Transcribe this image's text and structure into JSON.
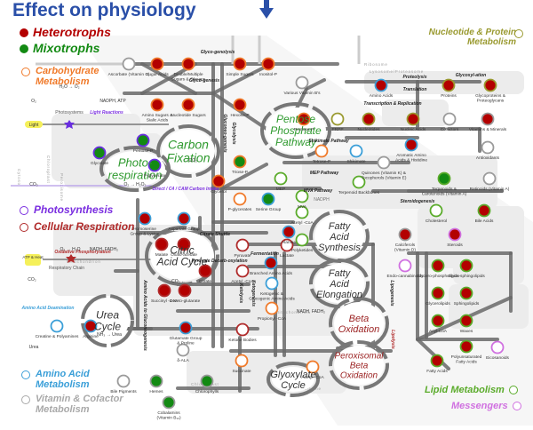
{
  "title": "Effect on physiology",
  "colors": {
    "heterotroph": "#b30000",
    "mixotroph": "#138a13",
    "carbohydrate": "#f07a2a",
    "photosynthesis": "#7a2ee0",
    "respiration": "#b02a2a",
    "amino": "#3b9fd8",
    "vitamin": "#a9a9a9",
    "nucleotide": "#9a9a30",
    "lipid": "#5aab2a",
    "messenger": "#d070e0",
    "title": "#2a4fa8",
    "pathway": "#6a6a6a",
    "compartment": "#ececec"
  },
  "legend": {
    "heterotrophs": "Heterotrophs",
    "mixotrophs": "Mixotrophs",
    "carbohydrate": "Carbohydrate Metabolism",
    "photosynthesis": "Photosynthesis",
    "respiration": "Cellular Respiration",
    "amino": "Amino Acid Metabolism",
    "vitamin": "Vitamin & Cofactor Metabolism",
    "nucleotide": "Nucleotide & Protein Metabolism",
    "lipid": "Lipid Metabolism",
    "messengers": "Messengers"
  },
  "cycles": [
    {
      "id": "carbon-fixation",
      "label": "Carbon Fixation",
      "color": "photo_green"
    },
    {
      "id": "photorespiration",
      "label": "Photo-respiration",
      "color": "photo_green"
    },
    {
      "id": "pentose-phosphate",
      "label": "Pentose Phosphate Pathway",
      "color": "photo_green"
    },
    {
      "id": "citric-acid",
      "label": "Citric Acid Cycle",
      "color": "dark"
    },
    {
      "id": "urea",
      "label": "Urea Cycle",
      "color": "dark"
    },
    {
      "id": "fatty-acid-synthesis",
      "label": "Fatty Acid Synthesis",
      "color": "dark"
    },
    {
      "id": "fatty-acid-elongation",
      "label": "Fatty Acid Elongation",
      "color": "dark"
    },
    {
      "id": "beta-oxidation",
      "label": "Beta Oxidation",
      "color": "red"
    },
    {
      "id": "peroxisomal-beta",
      "label": "Peroxisomal Beta Oxidation",
      "color": "red"
    },
    {
      "id": "glyoxylate",
      "label": "Glyoxylate Cycle",
      "color": "dark"
    }
  ],
  "compartments": [
    "Cytosol",
    "Chloroplast",
    "Peroxisome",
    "Mitochondrion",
    "Ribosome",
    "Lysosome/Proteasome",
    "Nucleus",
    "Plastid",
    "Golgi Body",
    "Endoplasmic Reticulum"
  ],
  "process_labels": {
    "glycogenolysis": "Glyco-genolysis",
    "glycogenesis": "Glyco-genesis",
    "glycolysis": "Glycolysis",
    "gluconeogenesis": "Gluconeo-genesis",
    "light_reactions": "Light Reactions",
    "nadph_atp": "NADPH, ATP",
    "h2o_o2": "H₂O → O₂",
    "co2_fix": "→ CO₂",
    "o2_h2o2": "O₂ → H₂O₂",
    "carbon_intake": "Direct / C4 / CAM Carbon Intake",
    "oxidative": "Oxidative Phosphorylation",
    "o2_h2o": "O₂ → H₂O",
    "nadh_fadh": "NADH, FADH₂",
    "citrate_shuttle": "Citrate Shuttle",
    "pyruvate_decarb": "Pyruvate Decarb-oxylation",
    "fermentation": "Fermentation",
    "mep": "MEP Pathway",
    "mva": "MVA Pathway",
    "nadph": "NADPH",
    "shikimate": "Shikimate Pathway",
    "steroidogenesis": "Steroidogenesis",
    "proteolysis": "Proteolysis",
    "translation": "Translation",
    "transcription": "Transcription & Replication",
    "glycosylation": "Glycosyl-ation",
    "lipogenesis": "Lipogenesis",
    "lipolysis": "Lipolysis",
    "ketogenesis": "Ketogenesis",
    "ketolysis": "Ketolysis",
    "amino_deamination": "Amino Acid Deamination",
    "nh3_urea": "NH₃ → Urea",
    "amino_to_gluconeo": "Amino Acids to Gluconeogenesis",
    "co2_cac": "CO₂ ←",
    "nadh_fadh_beta": "NADH, FADH₂"
  },
  "inputs": {
    "o2_out": "O₂",
    "light": "Light",
    "co2_in": "CO₂",
    "atp_heat": "ATP & Heat",
    "co2_out": "CO₂",
    "urea_out": "Urea",
    "photosystems": "Photosystems",
    "respiratory_chain": "Respiratory Chain"
  },
  "nodes": [
    {
      "id": "ascorbate",
      "label": "Ascorbate (Vitamin C)",
      "state": "empty",
      "ring": "gray"
    },
    {
      "id": "sugar-acids",
      "label": "Sugar Acids",
      "state": "heterotroph",
      "ring": "orange"
    },
    {
      "id": "double-sugars",
      "label": "Double/Multiple Sugars & Glycans",
      "state": "heterotroph",
      "ring": "orange"
    },
    {
      "id": "simple-sugars",
      "label": "Simple Sugars",
      "state": "heterotroph",
      "ring": "orange"
    },
    {
      "id": "inositol-p",
      "label": "Inositol-P",
      "state": "heterotroph",
      "ring": "orange"
    },
    {
      "id": "various-vitb",
      "label": "Various Vitamin B's",
      "state": "empty",
      "ring": "gray"
    },
    {
      "id": "amino-sugars",
      "label": "Amino Sugars & Sialic Acids",
      "state": "heterotroph",
      "ring": "orange"
    },
    {
      "id": "nucleotide-sugars",
      "label": "Nucleotide Sugars",
      "state": "heterotroph",
      "ring": "orange"
    },
    {
      "id": "hexose-p",
      "label": "Hexose-P",
      "state": "heterotroph",
      "ring": "orange"
    },
    {
      "id": "pentose-p-top",
      "label": "Pentose-P",
      "state": "heterotroph",
      "ring": "orange"
    },
    {
      "id": "prpp",
      "label": "PRPP",
      "state": "empty",
      "ring": "olive"
    },
    {
      "id": "nucleotides",
      "label": "Nucleotides",
      "state": "heterotroph",
      "ring": "olive"
    },
    {
      "id": "nucleic-acids",
      "label": "Nucleic Acids",
      "state": "heterotroph",
      "ring": "olive"
    },
    {
      "id": "amino-acids",
      "label": "Amino Acids",
      "state": "heterotroph",
      "ring": "blue"
    },
    {
      "id": "proteins",
      "label": "Proteins",
      "state": "heterotroph",
      "ring": "olive"
    },
    {
      "id": "glycoproteins",
      "label": "Glycoproteins & Proteoglycans",
      "state": "heterotroph",
      "ring": "olive"
    },
    {
      "id": "cofactors",
      "label": "Cofactors",
      "state": "empty",
      "ring": "gray"
    },
    {
      "id": "vitamins-minerals",
      "label": "Vitamins & Minerals",
      "state": "heterotroph",
      "ring": "gray"
    },
    {
      "id": "antioxidants",
      "label": "Antioxidants",
      "state": "empty",
      "ring": "gray"
    },
    {
      "id": "pentose-p-cf",
      "label": "Pentose-P",
      "state": "mixotroph",
      "ring": "purple"
    },
    {
      "id": "glycolate",
      "label": "Glycolate",
      "state": "mixotroph",
      "ring": "purple"
    },
    {
      "id": "p-glycerate-cf",
      "label": "P-glycerate",
      "state": "mixotroph",
      "ring": "purple"
    },
    {
      "id": "triose-p",
      "label": "Triose-P",
      "state": "mixotroph",
      "ring": "orange"
    },
    {
      "id": "tetrose-p",
      "label": "Tetrose-P",
      "state": "empty",
      "ring": "orange"
    },
    {
      "id": "shikimate",
      "label": "Shikimate",
      "state": "empty",
      "ring": "blue"
    },
    {
      "id": "aromatic-aa",
      "label": "Aromatic Amino Acids & Histidine",
      "state": "heterotroph",
      "ring": "blue"
    },
    {
      "id": "quinones",
      "label": "Quinones (Vitamin K) & Tocopherols (Vitamin E)",
      "state": "empty",
      "ring": "gray"
    },
    {
      "id": "glycerol",
      "label": "Glycerol",
      "state": "heterotroph",
      "ring": "orange"
    },
    {
      "id": "mep",
      "label": "MEP",
      "state": "empty",
      "ring": "green"
    },
    {
      "id": "terpenoid-backbones",
      "label": "Terpenoid Backbones",
      "state": "empty",
      "ring": "green"
    },
    {
      "id": "terpenoids",
      "label": "Terpenoids & Carotenoids (Vitamin A)",
      "state": "mixotroph",
      "ring": "green"
    },
    {
      "id": "retinoids",
      "label": "Retinoids (Vitamin A)",
      "state": "empty",
      "ring": "gray"
    },
    {
      "id": "p-glycerates",
      "label": "P-glycerates",
      "state": "empty",
      "ring": "orange"
    },
    {
      "id": "serine-group",
      "label": "Serine Group",
      "state": "mixotroph",
      "ring": "blue"
    },
    {
      "id": "mva",
      "label": "MVA",
      "state": "empty",
      "ring": "green"
    },
    {
      "id": "acetyl-coa-lipid",
      "label": "Acetyl -CoA",
      "state": "empty",
      "ring": "green"
    },
    {
      "id": "homoserine",
      "label": "Homoserine Group & Lysine",
      "state": "heterotroph",
      "ring": "blue"
    },
    {
      "id": "aspartate",
      "label": "Aspartate Group",
      "state": "heterotroph",
      "ring": "blue"
    },
    {
      "id": "alanine",
      "label": "Alanine",
      "state": "heterotroph",
      "ring": "blue"
    },
    {
      "id": "lactate",
      "label": "Lactate",
      "state": "empty",
      "ring": "red"
    },
    {
      "id": "polyketides",
      "label": "Polyketides",
      "state": "empty",
      "ring": "green"
    },
    {
      "id": "cholesterol",
      "label": "Cholesterol",
      "state": "empty",
      "ring": "green"
    },
    {
      "id": "bile-acids",
      "label": "Bile Acids",
      "state": "heterotroph",
      "ring": "green"
    },
    {
      "id": "calciferols",
      "label": "Calciferols (Vitamin D)",
      "state": "heterotroph",
      "ring": "gray"
    },
    {
      "id": "steroids",
      "label": "Steroids",
      "state": "heterotroph",
      "ring": "pink"
    },
    {
      "id": "malate",
      "label": "Malate",
      "state": "heterotroph",
      "ring": "red"
    },
    {
      "id": "oxaloacetate",
      "label": "Oxalo-acetate",
      "state": "heterotroph",
      "ring": "red"
    },
    {
      "id": "pyruvate",
      "label": "Pyruvate",
      "state": "empty",
      "ring": "red"
    },
    {
      "id": "citrate",
      "label": "Citrate",
      "state": "heterotroph",
      "ring": "red"
    },
    {
      "id": "acetyl-coa-mito",
      "label": "Acetyl -CoA",
      "state": "empty",
      "ring": "red"
    },
    {
      "id": "branched-aa",
      "label": "Branched Amino Acids",
      "state": "heterotroph",
      "ring": "blue"
    },
    {
      "id": "succinyl-coa",
      "label": "Succinyl -CoA",
      "state": "heterotroph",
      "ring": "red"
    },
    {
      "id": "a-ketoglutarate",
      "label": "α-Keto-glutarate",
      "state": "heterotroph",
      "ring": "red"
    },
    {
      "id": "ketogenic-aa",
      "label": "Ketogenic & Glucogenic Amino Acids",
      "state": "empty",
      "ring": "blue"
    },
    {
      "id": "propionyl-coa",
      "label": "Propionyl -CoA",
      "state": "empty",
      "ring": "orange"
    },
    {
      "id": "endocannabinoids",
      "label": "Endo-cannabinoids",
      "state": "empty",
      "ring": "pink"
    },
    {
      "id": "glycerophospholipids",
      "label": "Glycero-phospholipids",
      "state": "heterotroph",
      "ring": "green"
    },
    {
      "id": "glycosphingolipids",
      "label": "Glyco-sphingolipids",
      "state": "heterotroph",
      "ring": "green"
    },
    {
      "id": "glycerolipids",
      "label": "Glycerolipids",
      "state": "heterotroph",
      "ring": "green"
    },
    {
      "id": "sphingolipids",
      "label": "Sphingolipids",
      "state": "heterotroph",
      "ring": "green"
    },
    {
      "id": "acyl-coa",
      "label": "Acyl-CoA",
      "state": "heterotroph",
      "ring": "green"
    },
    {
      "id": "waxes",
      "label": "Waxes",
      "state": "heterotroph",
      "ring": "green"
    },
    {
      "id": "eicosanoids",
      "label": "Eicosanoids",
      "state": "empty",
      "ring": "pink"
    },
    {
      "id": "pufa",
      "label": "Polyunsaturated Fatty Acids",
      "state": "heterotroph",
      "ring": "green"
    },
    {
      "id": "fatty-acids",
      "label": "Fatty Acids",
      "state": "heterotroph",
      "ring": "green"
    },
    {
      "id": "creatine",
      "label": "Creatine & Polyamines",
      "state": "empty",
      "ring": "blue"
    },
    {
      "id": "arginine",
      "label": "Arginine",
      "state": "heterotroph",
      "ring": "blue"
    },
    {
      "id": "glutamate",
      "label": "Glutamate Group & Proline",
      "state": "heterotroph",
      "ring": "blue"
    },
    {
      "id": "ketone-bodies",
      "label": "Ketone Bodies",
      "state": "empty",
      "ring": "red"
    },
    {
      "id": "ala",
      "label": "δ-ALA",
      "state": "empty",
      "ring": "gray"
    },
    {
      "id": "succinate",
      "label": "Succinate",
      "state": "empty",
      "ring": "orange"
    },
    {
      "id": "bile-pigments",
      "label": "Bile Pigments",
      "state": "empty",
      "ring": "gray"
    },
    {
      "id": "hemes",
      "label": "Hemes",
      "state": "mixotroph",
      "ring": "gray"
    },
    {
      "id": "chlorophylls",
      "label": "Chlorophylls",
      "state": "mixotroph",
      "ring": "gray"
    },
    {
      "id": "cobalamins",
      "label": "Cobalamins (Vitamin B₁₂)",
      "state": "mixotroph",
      "ring": "gray"
    },
    {
      "id": "acetyl-coa-perox",
      "label": "Acetyl -CoA",
      "state": "empty",
      "ring": "orange"
    }
  ]
}
